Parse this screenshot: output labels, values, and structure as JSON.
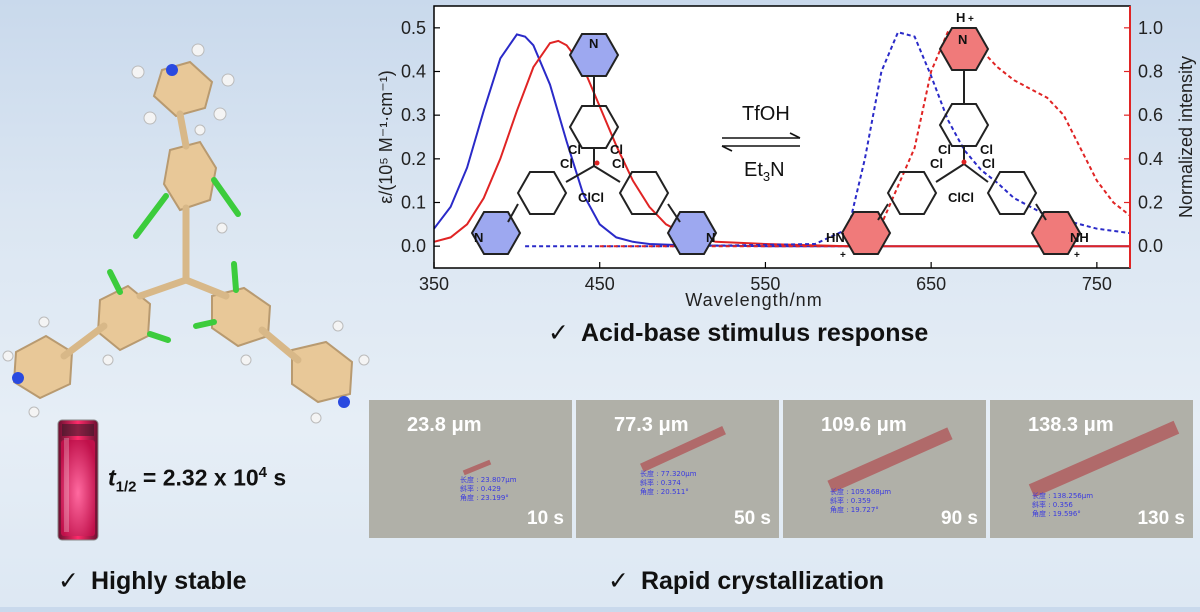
{
  "captions": {
    "check": "✓",
    "stable": "Highly stable",
    "acid": "Acid-base stimulus response",
    "rapid": "Rapid crystallization"
  },
  "half_life": {
    "symbol": "t",
    "sub": "1/2",
    "text": " = 2.32 x 10",
    "sup": "4",
    "unit": " s"
  },
  "reaction": {
    "forward": "TfOH",
    "reverse_base": "Et",
    "reverse_sub": "3",
    "reverse_end": "N"
  },
  "molecule_labels": {
    "n": "N",
    "cl": "Cl",
    "clcl": "ClCl",
    "hn": "HN",
    "nh": "NH",
    "h": "H",
    "plus": "+"
  },
  "colors": {
    "blue": "#2a2ac8",
    "red": "#e02424",
    "blue_fill": "#9da8f0",
    "red_fill": "#f07a7a"
  },
  "crystal_panels": [
    {
      "size": "23.8 μm",
      "time": "10 s",
      "info": [
        "长度 : 23.807μm",
        "斜率 : 0.429",
        "角度 : 23.199°"
      ]
    },
    {
      "size": "77.3 μm",
      "time": "50 s",
      "info": [
        "长度 : 77.320μm",
        "斜率 : 0.374",
        "角度 : 20.511°"
      ]
    },
    {
      "size": "109.6 μm",
      "time": "90 s",
      "info": [
        "长度 : 109.568μm",
        "斜率 : 0.359",
        "角度 : 19.727°"
      ]
    },
    {
      "size": "138.3 μm",
      "time": "130 s",
      "info": [
        "长度 : 138.256μm",
        "斜率 : 0.356",
        "角度 : 19.596°"
      ]
    }
  ],
  "chart_data": {
    "type": "line",
    "xlabel": "Wavelength/nm",
    "ylabel": "ε/(10⁵ M⁻¹·cm⁻¹)",
    "ylabel_right": "Normalized intensity",
    "xlim": [
      350,
      770
    ],
    "ylim": [
      -0.05,
      0.55
    ],
    "ylim_right": [
      -0.1,
      1.1
    ],
    "xticks": [
      350,
      450,
      550,
      650,
      750
    ],
    "xtick_labels": [
      "350",
      "450",
      "550",
      "650",
      "750"
    ],
    "yticks": [
      0.0,
      0.1,
      0.2,
      0.3,
      0.4,
      0.5
    ],
    "ytick_labels": [
      "0.0",
      "0.1",
      "0.2",
      "0.3",
      "0.4",
      "0.5"
    ],
    "yticks_right": [
      0.0,
      0.2,
      0.4,
      0.6,
      0.8,
      1.0
    ],
    "ytick_labels_right": [
      "0.0",
      "0.2",
      "0.4",
      "0.6",
      "0.8",
      "1.0"
    ],
    "series": [
      {
        "color": "blue",
        "style": "solid",
        "axis": "left",
        "x": [
          350,
          360,
          370,
          380,
          390,
          400,
          405,
          410,
          420,
          430,
          440,
          450,
          460,
          470,
          480,
          500,
          550,
          600,
          650,
          700,
          750,
          770
        ],
        "y": [
          0.04,
          0.09,
          0.18,
          0.31,
          0.43,
          0.485,
          0.48,
          0.46,
          0.37,
          0.24,
          0.12,
          0.05,
          0.02,
          0.01,
          0.005,
          0.002,
          0.0,
          0.0,
          0.0,
          0.0,
          0.0,
          0.0
        ]
      },
      {
        "color": "red",
        "style": "solid",
        "axis": "left",
        "x": [
          350,
          360,
          370,
          380,
          390,
          400,
          410,
          420,
          425,
          430,
          440,
          450,
          460,
          470,
          480,
          490,
          500,
          520,
          550,
          600,
          650,
          700,
          750,
          770
        ],
        "y": [
          0.01,
          0.02,
          0.05,
          0.11,
          0.2,
          0.31,
          0.41,
          0.465,
          0.47,
          0.46,
          0.41,
          0.32,
          0.23,
          0.15,
          0.09,
          0.05,
          0.03,
          0.01,
          0.005,
          0.0,
          0.0,
          0.0,
          0.0,
          0.0
        ]
      },
      {
        "color": "blue",
        "style": "dashed",
        "axis": "right",
        "x": [
          405,
          500,
          580,
          600,
          610,
          620,
          630,
          640,
          650,
          660,
          670,
          680,
          690,
          700,
          720,
          750,
          770
        ],
        "y": [
          0.0,
          0.0,
          0.01,
          0.08,
          0.4,
          0.8,
          0.98,
          0.96,
          0.78,
          0.58,
          0.44,
          0.35,
          0.29,
          0.22,
          0.14,
          0.08,
          0.06
        ]
      },
      {
        "color": "red",
        "style": "dashed",
        "axis": "right",
        "x": [
          450,
          550,
          600,
          610,
          620,
          640,
          650,
          660,
          665,
          670,
          680,
          690,
          700,
          710,
          720,
          730,
          740,
          750,
          760,
          770
        ],
        "y": [
          0.0,
          0.0,
          0.0,
          0.03,
          0.1,
          0.45,
          0.8,
          0.98,
          1.0,
          0.98,
          0.9,
          0.82,
          0.76,
          0.72,
          0.68,
          0.6,
          0.45,
          0.3,
          0.2,
          0.14
        ]
      }
    ]
  }
}
